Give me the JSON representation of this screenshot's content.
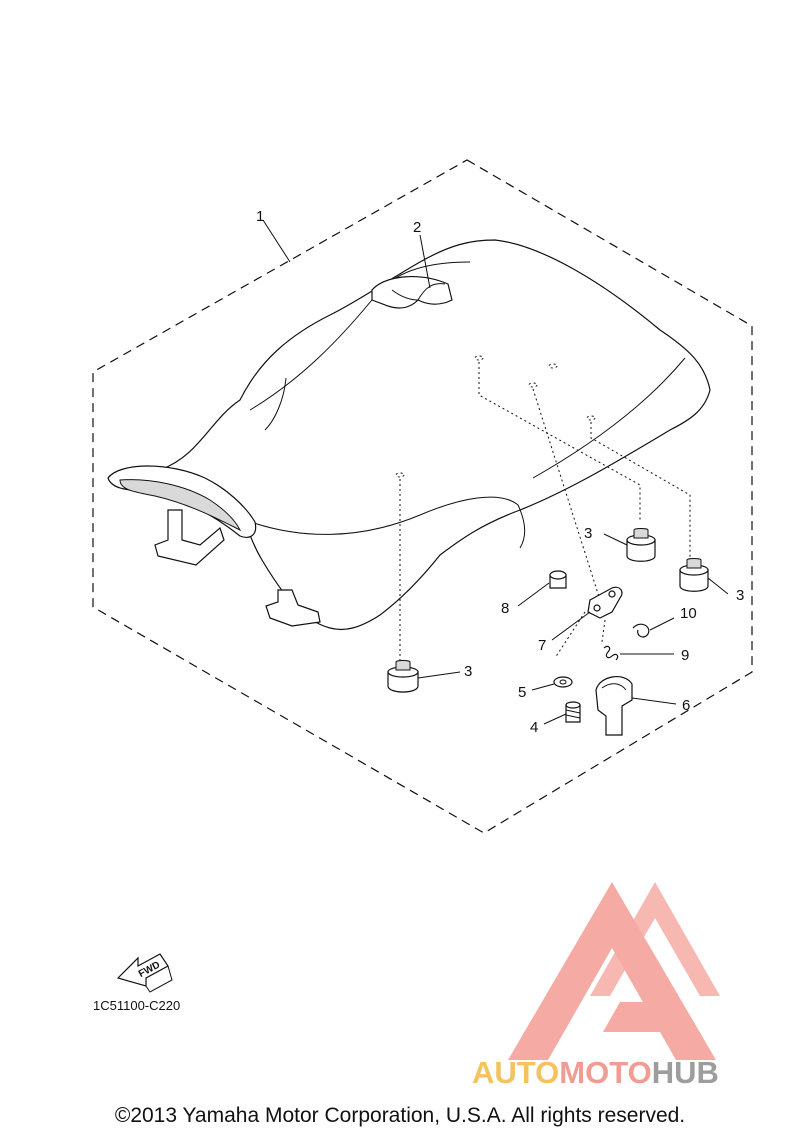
{
  "callouts": {
    "c1": "1",
    "c2": "2",
    "c3a": "3",
    "c3b": "3",
    "c3c": "3",
    "c4": "4",
    "c5": "5",
    "c6": "6",
    "c7": "7",
    "c8": "8",
    "c9": "9",
    "c10": "10"
  },
  "fwd_label": "FWD",
  "diagram_code": "1C51100-C220",
  "watermark": {
    "part1": "AUTO",
    "part2": "MOTO",
    "part3": "HUB"
  },
  "copyright": "©2013 Yamaha Motor Corporation, U.S.A. All rights reserved.",
  "colors": {
    "watermark_red": "#f4a29b",
    "watermark_yellow": "#f6c15f",
    "watermark_grey": "#9d9d9d",
    "line": "#111111"
  }
}
